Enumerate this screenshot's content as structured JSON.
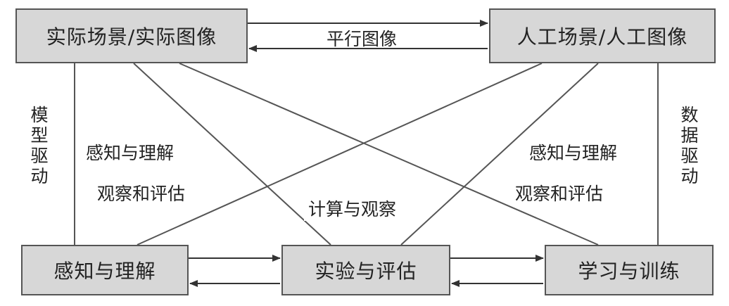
{
  "nodes": {
    "real_scene": "实际场景/实际图像",
    "artificial_scene": "人工场景/人工图像",
    "perception": "感知与理解",
    "experiment": "实验与评估",
    "learning": "学习与训练"
  },
  "edge_labels": {
    "parallel_image": "平行图像",
    "model_driven": "模型驱动",
    "data_driven": "数据驱动",
    "left_perception": "感知与理解",
    "left_observe": "观察和评估",
    "center_compute": "计算与观察",
    "right_perception": "感知与理解",
    "right_observe": "观察和评估"
  },
  "colors": {
    "node_fill": "#d7d7d7",
    "stroke": "#555555",
    "text": "#222222"
  }
}
